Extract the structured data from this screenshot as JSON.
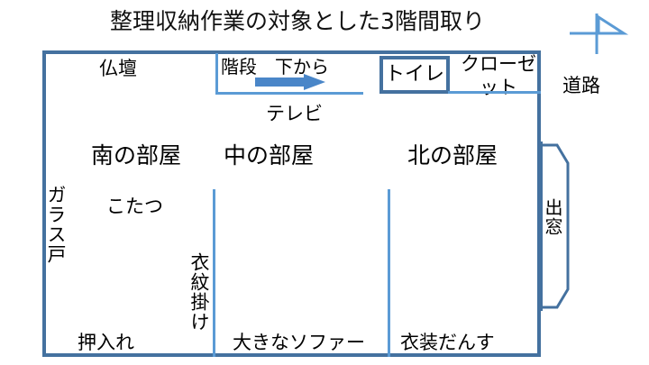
{
  "title": "整理収納作業の対象とした3階間取り",
  "compass": {
    "icon": "north-arrow-icon"
  },
  "road": {
    "label": "道路"
  },
  "floorplan": {
    "top_strip": {
      "altar": "仏壇",
      "stairs": "階段　下から",
      "stairs_arrow_icon": "right-arrow-icon",
      "toilet": "トイレ",
      "closet": "クローゼット"
    },
    "television": "テレビ",
    "rooms": [
      {
        "name": "南の部屋"
      },
      {
        "name": "中の部屋"
      },
      {
        "name": "北の部屋"
      }
    ],
    "features": {
      "glass_door": "ガラス戸",
      "kotatsu": "こたつ",
      "kimono_hanger": "衣紋掛け",
      "bay_window": "出窓"
    },
    "bottom_items": [
      "押入れ",
      "大きなソファー",
      "衣装だんす"
    ]
  },
  "colors": {
    "wall_dark": "#44719f",
    "wall_light": "#5b9bd5",
    "arrow": "#4a86c8",
    "text": "#111111",
    "background": "#ffffff"
  }
}
